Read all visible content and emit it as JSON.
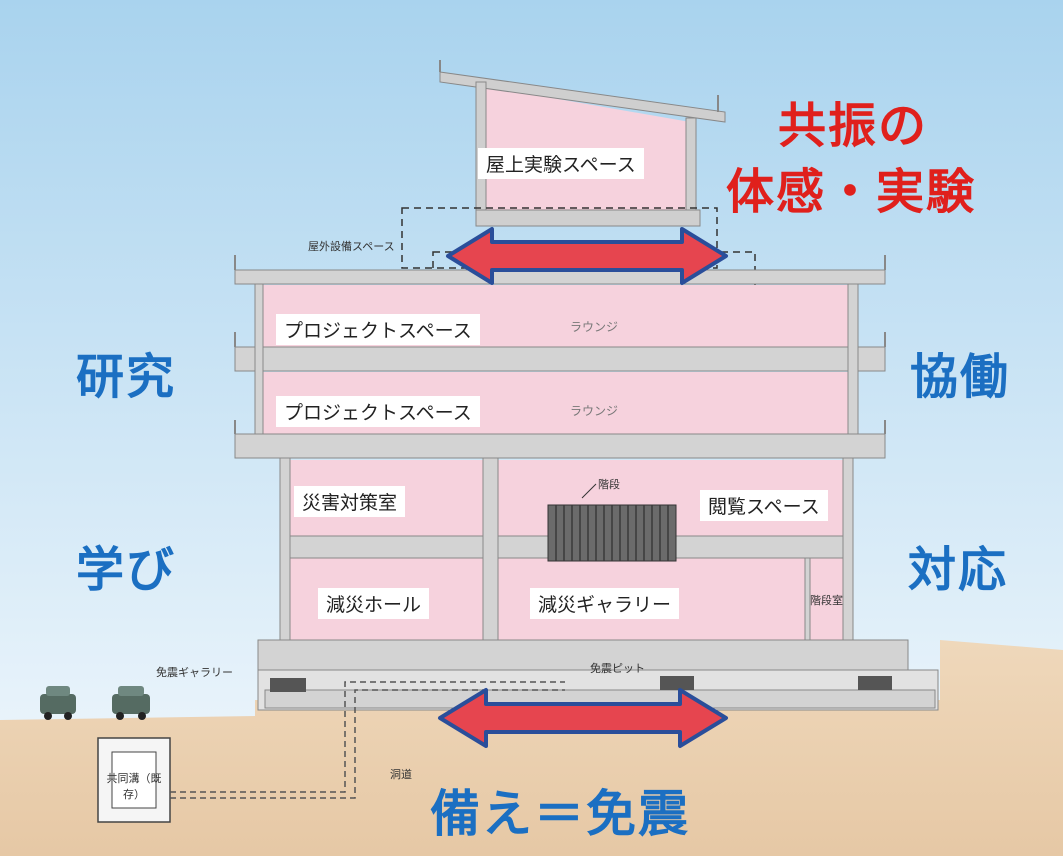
{
  "colors": {
    "sky_top": "#a9d3ee",
    "sky_bottom": "#e8f3fb",
    "ground": "#e9cfae",
    "room_pink": "#f6d2dd",
    "slab_gray": "#d3d3d3",
    "keyword_blue": "#1b6fc2",
    "keyword_red": "#e0201c",
    "arrow_red": "#e6454f",
    "arrow_outline": "#2a4e9a"
  },
  "keywords": {
    "resonance_line1": "共振の",
    "resonance_line2": "体感・実験",
    "research": "研究",
    "learning": "学び",
    "collaboration": "協働",
    "response": "対応",
    "isolation": "備え＝免震"
  },
  "rooms": {
    "rooftop_lab": "屋上実験スペース",
    "outdoor_equipment": "屋外設備スペース",
    "project_space_upper": "プロジェクトスペース",
    "project_space_lower": "プロジェクトスペース",
    "lounge_upper": "ラウンジ",
    "lounge_lower": "ラウンジ",
    "disaster_room": "災害対策室",
    "reading_space": "閲覧スペース",
    "stairs": "階段",
    "hall": "減災ホール",
    "gallery": "減災ギャラリー",
    "room_small": "階段室",
    "isolation_gallery": "免震ギャラリー",
    "isolation_pit": "免震ピット",
    "utility_tunnel": "共同溝（既存）",
    "tunnel": "洞道"
  }
}
